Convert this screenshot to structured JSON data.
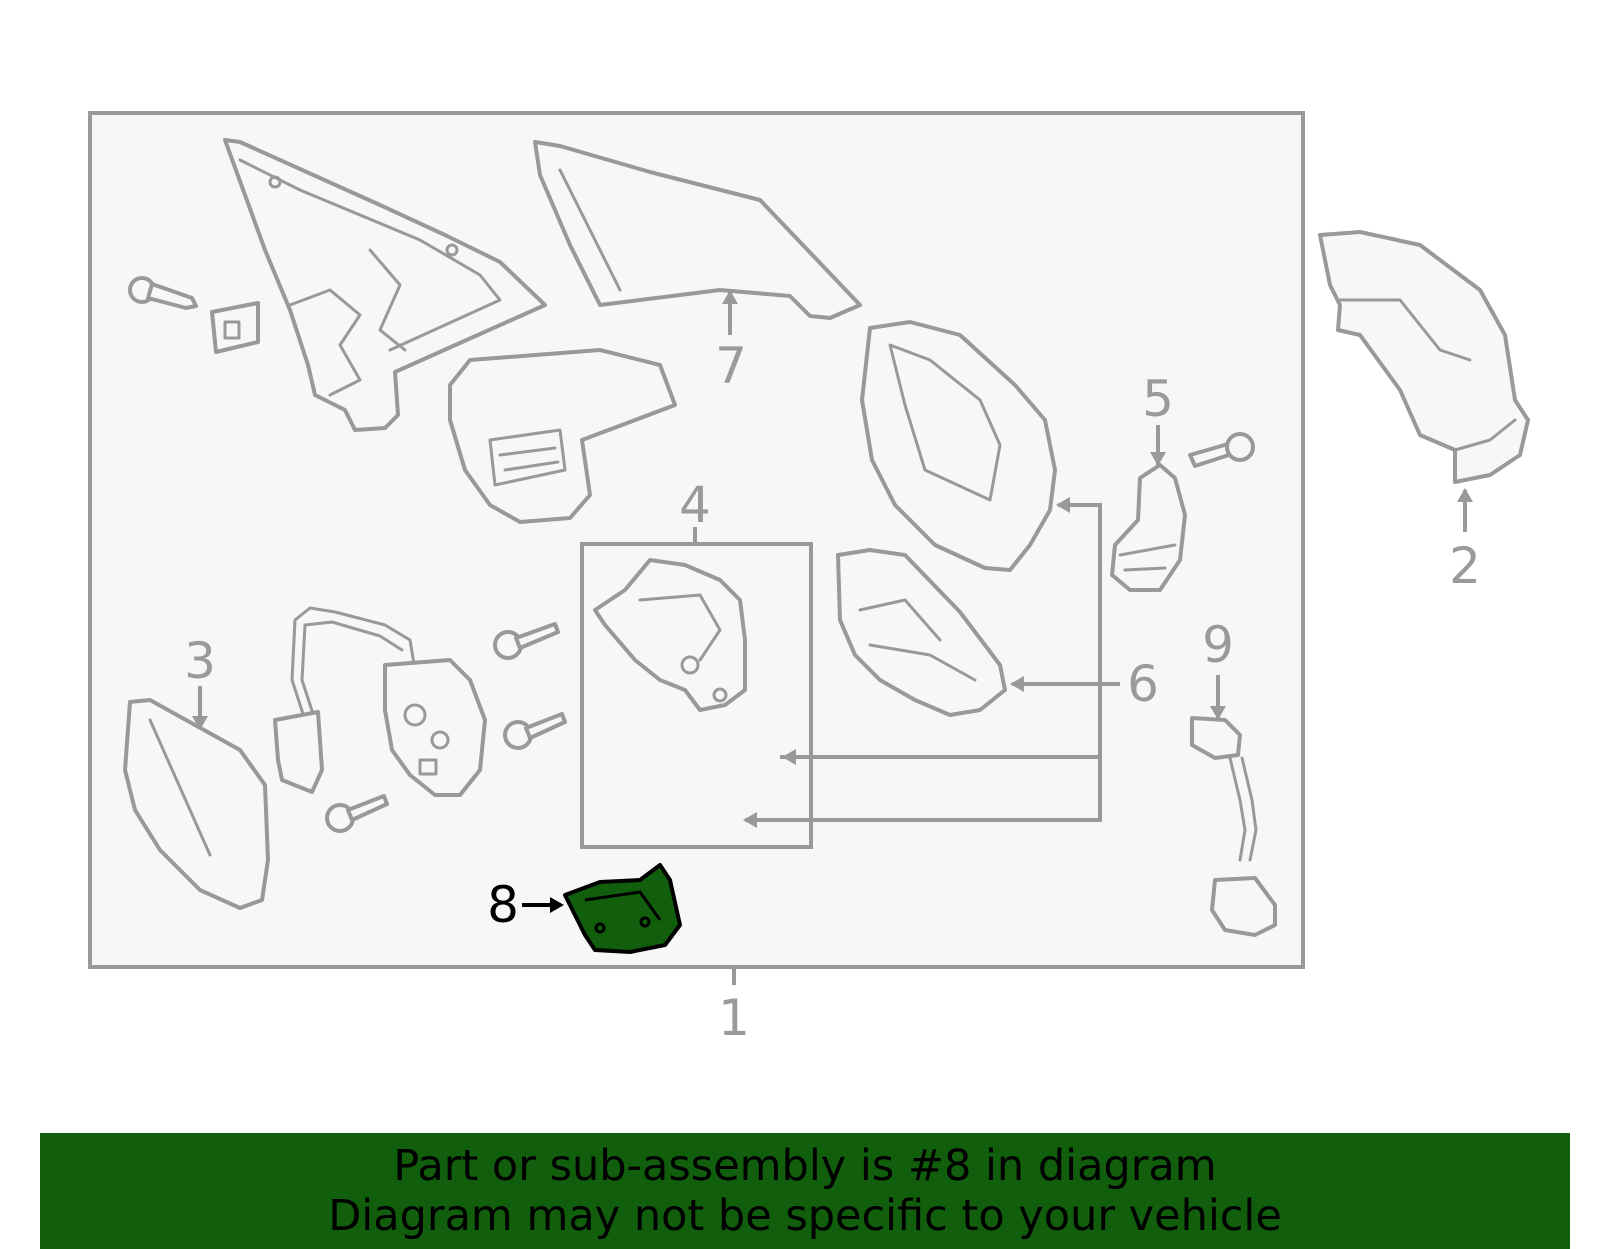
{
  "callouts": {
    "c1": "1",
    "c2": "2",
    "c3": "3",
    "c4": "4",
    "c5": "5",
    "c6": "6",
    "c7": "7",
    "c8": "8",
    "c9": "9"
  },
  "highlighted_part": "8",
  "colors": {
    "highlight_fill": "#115e0c",
    "outline": "#999999",
    "banner_background": "#115e0c"
  },
  "banner": {
    "line1": "Part or sub-assembly is #8 in diagram",
    "line2": "Diagram may not be specific to your vehicle"
  }
}
